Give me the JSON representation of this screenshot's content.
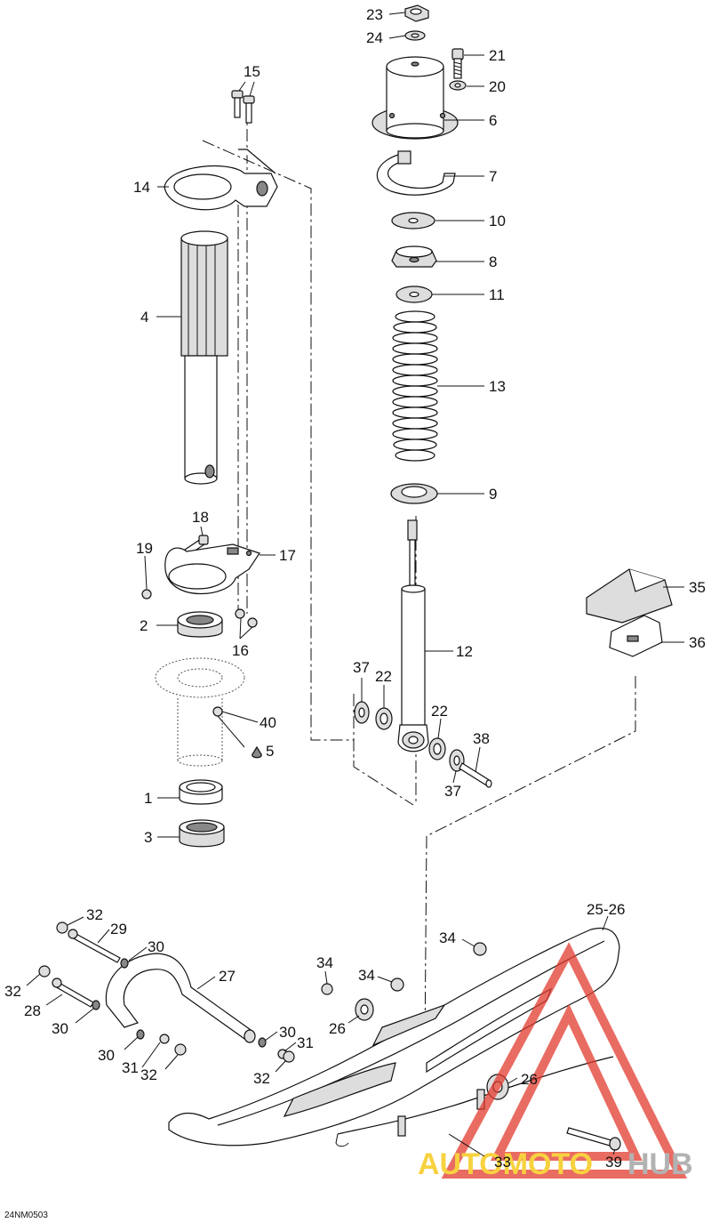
{
  "diagram_code": "24NM0503",
  "watermark": {
    "part1": "AUTOMOTO",
    "part2": "HUB",
    "color1": "#f5c400",
    "color2": "#999999",
    "logo_color": "#e23b2e"
  },
  "callouts": {
    "c23": "23",
    "c24": "24",
    "c21": "21",
    "c20": "20",
    "c6": "6",
    "c7": "7",
    "c10": "10",
    "c8": "8",
    "c11": "11",
    "c13": "13",
    "c9": "9",
    "c12": "12",
    "c15": "15",
    "c14": "14",
    "c4": "4",
    "c18": "18",
    "c19": "19",
    "c17": "17",
    "c2": "2",
    "c16": "16",
    "c40": "40",
    "c5": "5",
    "c1": "1",
    "c3": "3",
    "c37a": "37",
    "c22a": "22",
    "c22b": "22",
    "c38": "38",
    "c37b": "37",
    "c35": "35",
    "c36": "36",
    "c32a": "32",
    "c29": "29",
    "c30a": "30",
    "c27": "27",
    "c32b": "32",
    "c28": "28",
    "c30b": "30",
    "c30c": "30",
    "c31a": "31",
    "c30d": "30",
    "c31b": "31",
    "c32c": "32",
    "c32d": "32",
    "c34a": "34",
    "c34b": "34",
    "c34c": "34",
    "c26a": "26",
    "c25_26": "25-26",
    "c26b": "26",
    "c33": "33",
    "c39": "39"
  }
}
